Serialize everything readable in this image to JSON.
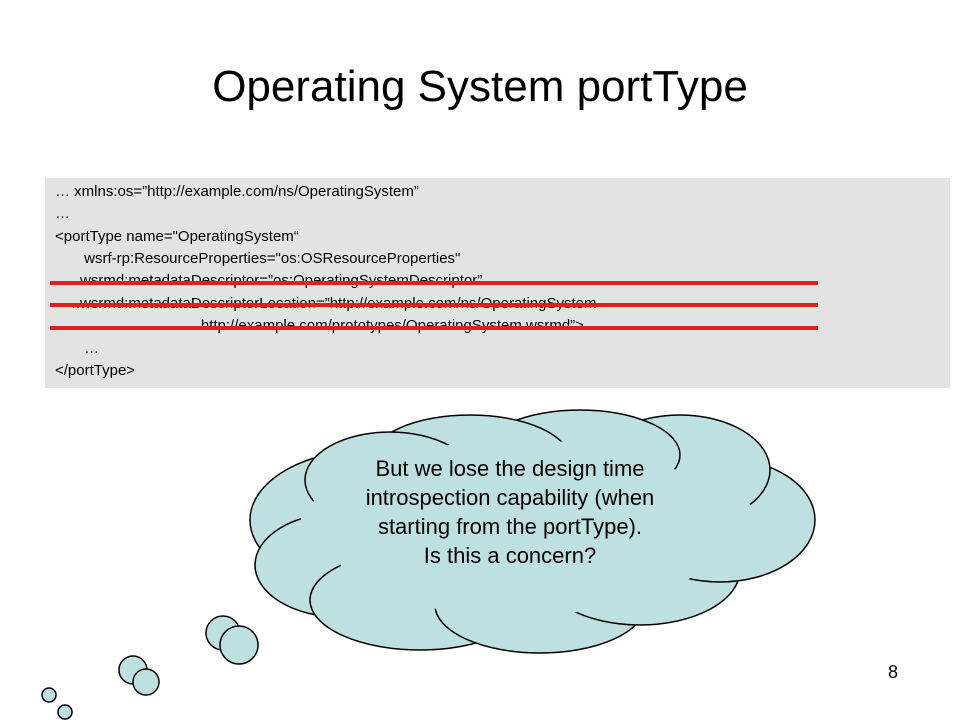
{
  "slide": {
    "title": "Operating System portType",
    "page_number": "8"
  },
  "code": {
    "lines": [
      "… xmlns:os=”http://example.com/ns/OperatingSystem”",
      "…",
      "<portType name=\"OperatingSystem“",
      "       wsrf-rp:ResourceProperties=\"os:OSResourceProperties\"",
      "    ..wsrmd:metadataDescriptor=”os:OperatingSystemDescriptor”",
      "    ..wsrmd:metadataDescriptorLocation=”http://example.com/ns/OperatingSystem",
      "                                   http://example.com/prototypes/OperatingSystem.wsrmd”>",
      "       …",
      "</portType>"
    ]
  },
  "callout": {
    "lines": [
      "But we lose the design time",
      "introspection capability (when",
      "starting from the portType).",
      "Is this a concern?"
    ]
  },
  "colors": {
    "code_background": "#e3e3e3",
    "strike": "#e31e1e",
    "cloud_fill": "#bfe0e0",
    "cloud_stroke": "#000000"
  }
}
